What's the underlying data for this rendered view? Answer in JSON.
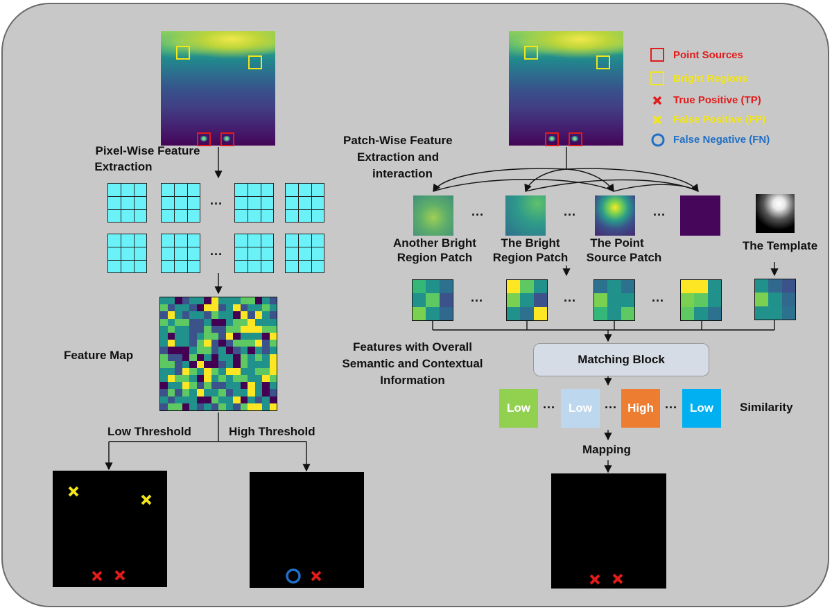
{
  "labels": {
    "pixel_wise": "Pixel-Wise Feature",
    "pixel_wise_2": "Extraction",
    "feature_map": "Feature Map",
    "low_threshold": "Low Threshold",
    "high_threshold": "High Threshold",
    "patch_wise_1": "Patch-Wise Feature",
    "patch_wise_2": "Extraction and",
    "patch_wise_3": "interaction",
    "another_bright_1": "Another Bright",
    "another_bright_2": "Region Patch",
    "bright_region_1": "The Bright",
    "bright_region_2": "Region Patch",
    "point_source_1": "The Point",
    "point_source_2": "Source Patch",
    "template": "The Template",
    "features_1": "Features with Overall",
    "features_2": "Semantic and Contextual",
    "features_3": "Information",
    "matching_block": "Matching Block",
    "similarity": "Similarity",
    "mapping": "Mapping",
    "ellipsis": "···"
  },
  "similarity_boxes": [
    {
      "label": "Low",
      "color": "#92d050"
    },
    {
      "label": "Low",
      "color": "#bdd7ee"
    },
    {
      "label": "High",
      "color": "#ed7d31"
    },
    {
      "label": "Low",
      "color": "#00b0f0"
    }
  ],
  "legend": [
    {
      "label": "Point Sources",
      "symbol": "red-square",
      "color": "#e21b1b"
    },
    {
      "label": "Bright Regions",
      "symbol": "yellow-square",
      "color": "#f2e51a"
    },
    {
      "label": "True Positive (TP)",
      "symbol": "red-x",
      "color": "#e21b1b"
    },
    {
      "label": "False Positive (FP)",
      "symbol": "yellow-x",
      "color": "#f2e51a"
    },
    {
      "label": "False Negative (FN)",
      "symbol": "blue-circle",
      "color": "#1f6fc5"
    }
  ],
  "colors": {
    "panel_bg": "#c8c8c8",
    "grid_cyan": "#6af2f8",
    "viridis": [
      "#440154",
      "#3b528b",
      "#21918c",
      "#5ec962",
      "#fde725"
    ]
  }
}
